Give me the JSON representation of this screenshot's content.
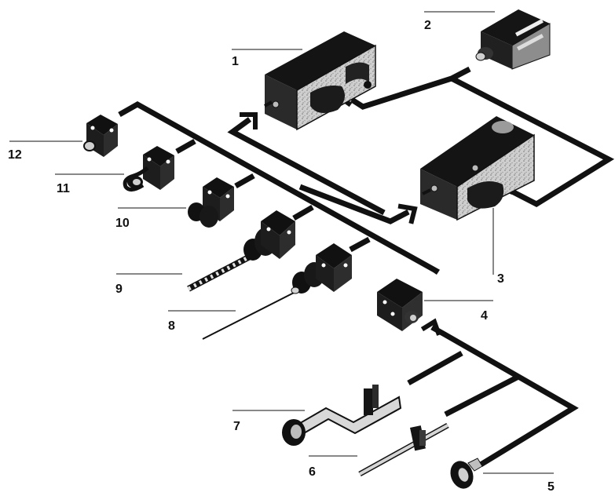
{
  "colors": {
    "ink": "#111111",
    "body_light": "#d8d8d8",
    "body_mid": "#9a9a9a",
    "paper": "#ffffff"
  },
  "callouts": {
    "c1": "1",
    "c2": "2",
    "c3": "3",
    "c4": "4",
    "c5": "5",
    "c6": "6",
    "c7": "7",
    "c8": "8",
    "c9": "9",
    "c10": "10",
    "c11": "11",
    "c12": "12"
  },
  "parts": [
    {
      "id": "1",
      "icon": "limit-switch-body-icon"
    },
    {
      "id": "2",
      "icon": "compact-switch-body-icon"
    },
    {
      "id": "3",
      "icon": "limit-switch-body-icon"
    },
    {
      "id": "4",
      "icon": "roller-plunger-head-icon"
    },
    {
      "id": "5",
      "icon": "roller-lever-icon"
    },
    {
      "id": "6",
      "icon": "rod-actuator-icon"
    },
    {
      "id": "7",
      "icon": "adjustable-roller-lever-icon"
    },
    {
      "id": "8",
      "icon": "spring-wire-actuator-icon"
    },
    {
      "id": "9",
      "icon": "rod-spring-actuator-icon"
    },
    {
      "id": "10",
      "icon": "roller-head-icon"
    },
    {
      "id": "11",
      "icon": "hook-roller-head-icon"
    },
    {
      "id": "12",
      "icon": "plunger-head-icon"
    }
  ]
}
